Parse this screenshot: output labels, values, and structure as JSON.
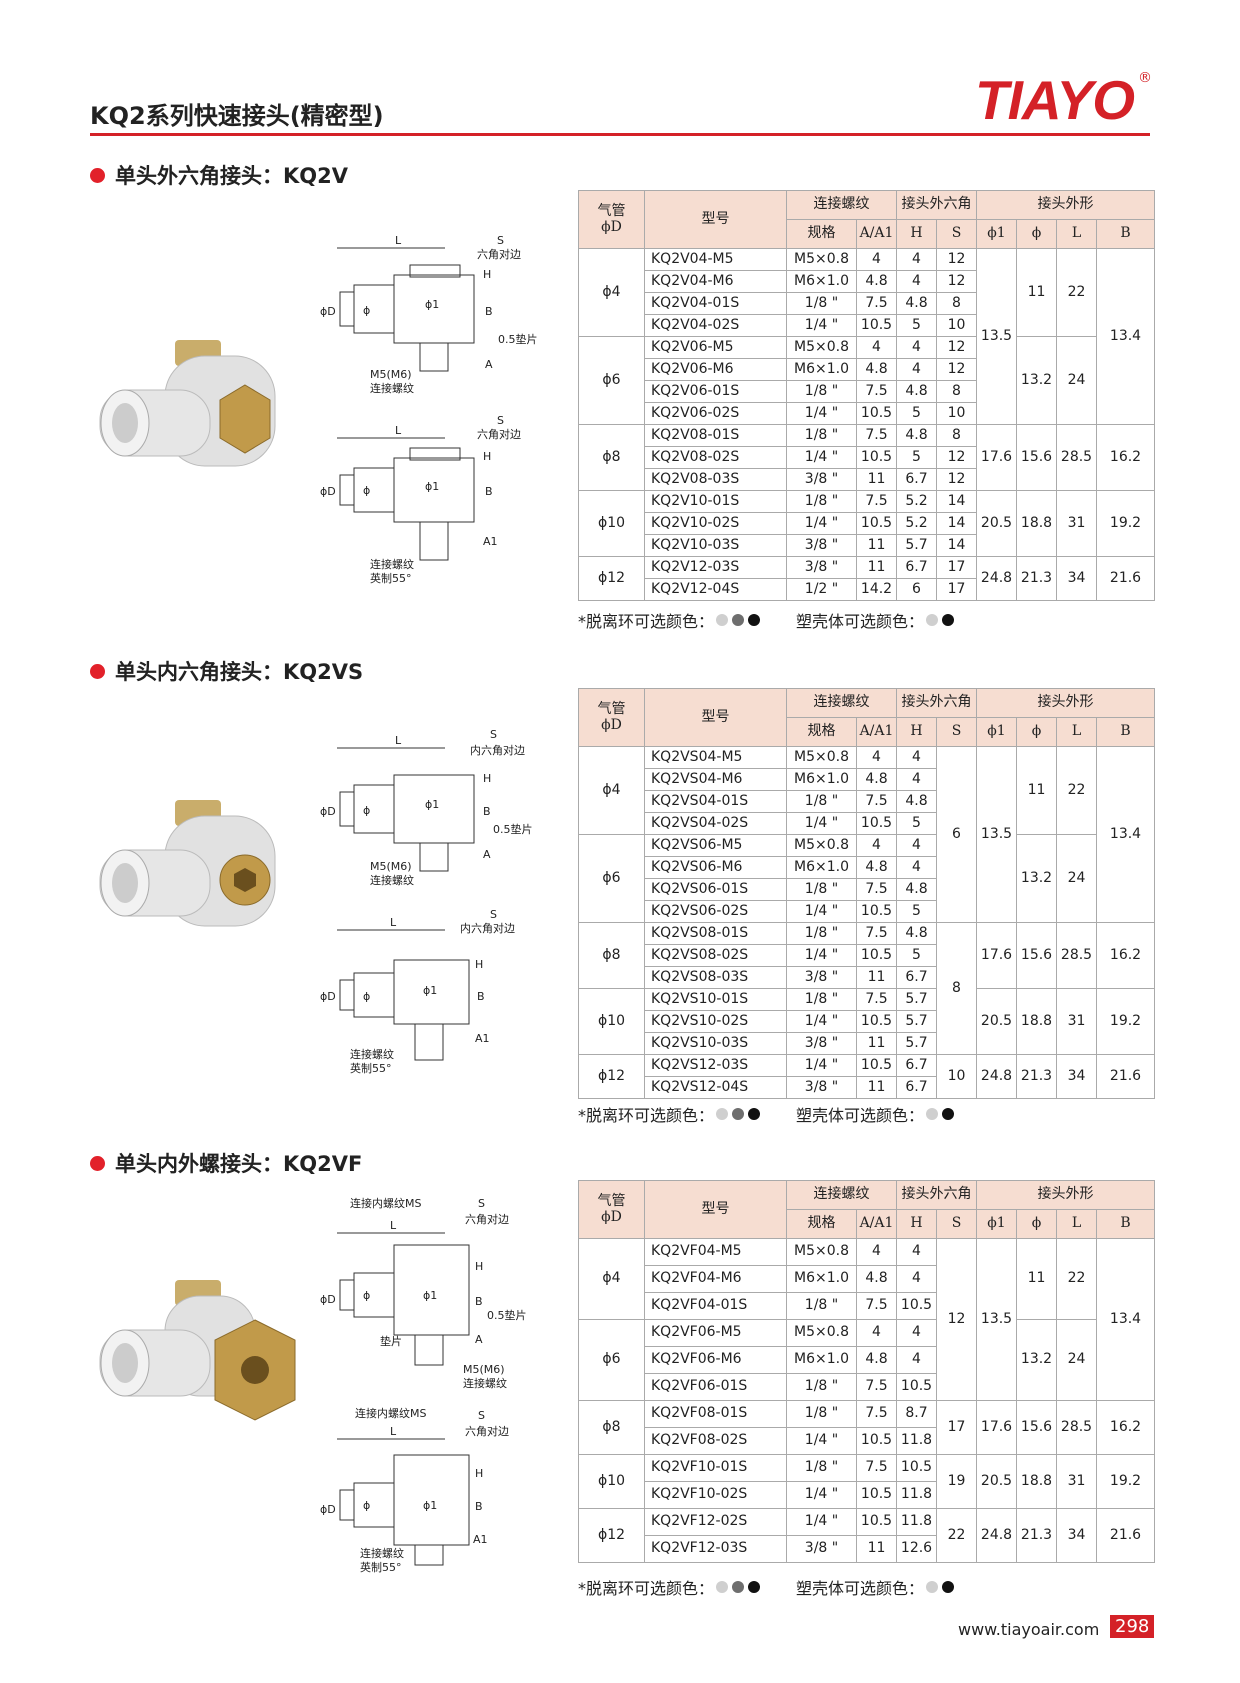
{
  "header": {
    "title": "KQ2系列快速接头(精密型)",
    "brand": "TIAYO",
    "reg": "®"
  },
  "table_header": {
    "tube_line1": "气管",
    "tube_line2": "ϕD",
    "model": "型号",
    "thread": "连接螺纹",
    "hex": "接头外六角",
    "shape": "接头外形",
    "spec": "规格",
    "a": "A/A1",
    "h": "H",
    "s": "S",
    "p1": "ϕ1",
    "p": "ϕ",
    "l": "L",
    "b": "B"
  },
  "colors": {
    "ring_label": "*脱离环可选颜色：",
    "body_label": "塑壳体可选颜色："
  },
  "diagram_labels": {
    "L": "L",
    "S": "S",
    "H": "H",
    "B": "B",
    "A": "A",
    "A1": "A1",
    "phiD": "ϕD",
    "phi": "ϕ",
    "phi1": "ϕ1",
    "hex_across": "六角对边",
    "inner_hex": "内六角对边",
    "washer": "0.5垫片",
    "washer_short": "垫片",
    "m5m6": "M5(M6)",
    "thread": "连接螺纹",
    "bsp": "英制55°",
    "inner_thread_ms": "连接内螺纹MS"
  },
  "sections": [
    {
      "title": "单头外六角接头：KQ2V",
      "groups": [
        {
          "tube": "ϕ4",
          "rows": [
            [
              "KQ2V04-M5",
              "M5×0.8",
              "4",
              "4",
              "12"
            ],
            [
              "KQ2V04-M6",
              "M6×1.0",
              "4.8",
              "4",
              "12"
            ],
            [
              "KQ2V04-01S",
              "1/8 \"",
              "7.5",
              "4.8",
              "8"
            ],
            [
              "KQ2V04-02S",
              "1/4 \"",
              "10.5",
              "5",
              "10"
            ]
          ]
        },
        {
          "tube": "ϕ6",
          "rows": [
            [
              "KQ2V06-M5",
              "M5×0.8",
              "4",
              "4",
              "12"
            ],
            [
              "KQ2V06-M6",
              "M6×1.0",
              "4.8",
              "4",
              "12"
            ],
            [
              "KQ2V06-01S",
              "1/8 \"",
              "7.5",
              "4.8",
              "8"
            ],
            [
              "KQ2V06-02S",
              "1/4 \"",
              "10.5",
              "5",
              "10"
            ]
          ]
        },
        {
          "tube": "ϕ8",
          "rows": [
            [
              "KQ2V08-01S",
              "1/8 \"",
              "7.5",
              "4.8",
              "8"
            ],
            [
              "KQ2V08-02S",
              "1/4 \"",
              "10.5",
              "5",
              "12"
            ],
            [
              "KQ2V08-03S",
              "3/8 \"",
              "11",
              "6.7",
              "12"
            ]
          ]
        },
        {
          "tube": "ϕ10",
          "rows": [
            [
              "KQ2V10-01S",
              "1/8 \"",
              "7.5",
              "5.2",
              "14"
            ],
            [
              "KQ2V10-02S",
              "1/4 \"",
              "10.5",
              "5.2",
              "14"
            ],
            [
              "KQ2V10-03S",
              "3/8 \"",
              "11",
              "5.7",
              "14"
            ]
          ]
        },
        {
          "tube": "ϕ12",
          "rows": [
            [
              "KQ2V12-03S",
              "3/8 \"",
              "11",
              "6.7",
              "17"
            ],
            [
              "KQ2V12-04S",
              "1/2 \"",
              "14.2",
              "6",
              "17"
            ]
          ]
        }
      ],
      "shape": [
        [
          "13.5",
          "11",
          "22",
          "13.4"
        ],
        [
          "13.2",
          "24"
        ],
        [
          "17.6",
          "15.6",
          "28.5",
          "16.2"
        ],
        [
          "20.5",
          "18.8",
          "31",
          "19.2"
        ],
        [
          "24.8",
          "21.3",
          "34",
          "21.6"
        ]
      ]
    },
    {
      "title": "单头内六角接头：KQ2VS",
      "groups": [
        {
          "tube": "ϕ4",
          "rows": [
            [
              "KQ2VS04-M5",
              "M5×0.8",
              "4",
              "4"
            ],
            [
              "KQ2VS04-M6",
              "M6×1.0",
              "4.8",
              "4"
            ],
            [
              "KQ2VS04-01S",
              "1/8 \"",
              "7.5",
              "4.8"
            ],
            [
              "KQ2VS04-02S",
              "1/4 \"",
              "10.5",
              "5"
            ]
          ]
        },
        {
          "tube": "ϕ6",
          "rows": [
            [
              "KQ2VS06-M5",
              "M5×0.8",
              "4",
              "4"
            ],
            [
              "KQ2VS06-M6",
              "M6×1.0",
              "4.8",
              "4"
            ],
            [
              "KQ2VS06-01S",
              "1/8 \"",
              "7.5",
              "4.8"
            ],
            [
              "KQ2VS06-02S",
              "1/4 \"",
              "10.5",
              "5"
            ]
          ]
        },
        {
          "tube": "ϕ8",
          "rows": [
            [
              "KQ2VS08-01S",
              "1/8 \"",
              "7.5",
              "4.8"
            ],
            [
              "KQ2VS08-02S",
              "1/4 \"",
              "10.5",
              "5"
            ],
            [
              "KQ2VS08-03S",
              "3/8 \"",
              "11",
              "6.7"
            ]
          ]
        },
        {
          "tube": "ϕ10",
          "rows": [
            [
              "KQ2VS10-01S",
              "1/8 \"",
              "7.5",
              "5.7"
            ],
            [
              "KQ2VS10-02S",
              "1/4 \"",
              "10.5",
              "5.7"
            ],
            [
              "KQ2VS10-03S",
              "3/8 \"",
              "11",
              "5.7"
            ]
          ]
        },
        {
          "tube": "ϕ12",
          "rows": [
            [
              "KQ2VS12-03S",
              "1/4 \"",
              "10.5",
              "6.7"
            ],
            [
              "KQ2VS12-04S",
              "3/8 \"",
              "11",
              "6.7"
            ]
          ]
        }
      ],
      "s_values": [
        "6",
        "8",
        "10"
      ],
      "shape": [
        [
          "13.5",
          "11",
          "22",
          "13.4"
        ],
        [
          "13.2",
          "24"
        ],
        [
          "17.6",
          "15.6",
          "28.5",
          "16.2"
        ],
        [
          "20.5",
          "18.8",
          "31",
          "19.2"
        ],
        [
          "24.8",
          "21.3",
          "34",
          "21.6"
        ]
      ]
    },
    {
      "title": "单头内外螺接头：KQ2VF",
      "groups": [
        {
          "tube": "ϕ4",
          "rows": [
            [
              "KQ2VF04-M5",
              "M5×0.8",
              "4",
              "4"
            ],
            [
              "KQ2VF04-M6",
              "M6×1.0",
              "4.8",
              "4"
            ],
            [
              "KQ2VF04-01S",
              "1/8 \"",
              "7.5",
              "10.5"
            ]
          ]
        },
        {
          "tube": "ϕ6",
          "rows": [
            [
              "KQ2VF06-M5",
              "M5×0.8",
              "4",
              "4"
            ],
            [
              "KQ2VF06-M6",
              "M6×1.0",
              "4.8",
              "4"
            ],
            [
              "KQ2VF06-01S",
              "1/8 \"",
              "7.5",
              "10.5"
            ]
          ]
        },
        {
          "tube": "ϕ8",
          "rows": [
            [
              "KQ2VF08-01S",
              "1/8 \"",
              "7.5",
              "8.7"
            ],
            [
              "KQ2VF08-02S",
              "1/4 \"",
              "10.5",
              "11.8"
            ]
          ]
        },
        {
          "tube": "ϕ10",
          "rows": [
            [
              "KQ2VF10-01S",
              "1/8 \"",
              "7.5",
              "10.5"
            ],
            [
              "KQ2VF10-02S",
              "1/4 \"",
              "10.5",
              "11.8"
            ]
          ]
        },
        {
          "tube": "ϕ12",
          "rows": [
            [
              "KQ2VF12-02S",
              "1/4 \"",
              "10.5",
              "11.8"
            ],
            [
              "KQ2VF12-03S",
              "3/8 \"",
              "11",
              "12.6"
            ]
          ]
        }
      ],
      "s_values": [
        "12",
        "17",
        "19",
        "22"
      ],
      "shape": [
        [
          "13.5",
          "11",
          "22",
          "13.4"
        ],
        [
          "13.2",
          "24"
        ],
        [
          "17.6",
          "15.6",
          "28.5",
          "16.2"
        ],
        [
          "20.5",
          "18.8",
          "31",
          "19.2"
        ],
        [
          "24.8",
          "21.3",
          "34",
          "21.6"
        ]
      ]
    }
  ],
  "footer": {
    "url": "www.tiayoair.com",
    "page": "298"
  }
}
